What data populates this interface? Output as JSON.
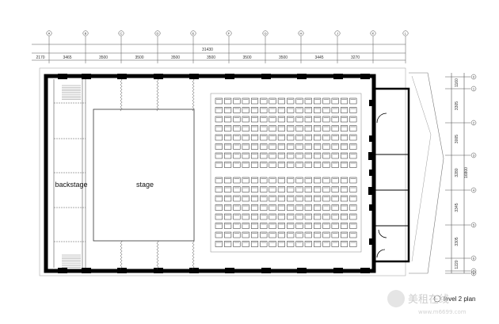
{
  "drawing": {
    "rooms": {
      "backstage": "backstage",
      "stage": "stage"
    },
    "plan_title": "level 2 plan",
    "overall_dimension": "31430",
    "top_axes": [
      "A",
      "B",
      "C",
      "D",
      "E",
      "F",
      "G",
      "H",
      "J",
      "K",
      "L"
    ],
    "top_spans": [
      "2170",
      "3465",
      "3500",
      "3500",
      "3500",
      "3500",
      "3500",
      "3500",
      "3445",
      "3270"
    ],
    "right_axes": [
      "0",
      "1",
      "2",
      "3",
      "4",
      "5",
      "6",
      "7",
      "8"
    ],
    "right_spans": [
      "1160",
      "3305",
      "3005",
      "3280",
      "3345",
      "3305",
      "1220"
    ],
    "right_overall": "16800"
  },
  "watermark": {
    "brand": "美租在线",
    "url": "www.m6699.com"
  },
  "seating": {
    "columns_per_block": 16,
    "rows_upper": 8,
    "rows_lower": 8
  }
}
